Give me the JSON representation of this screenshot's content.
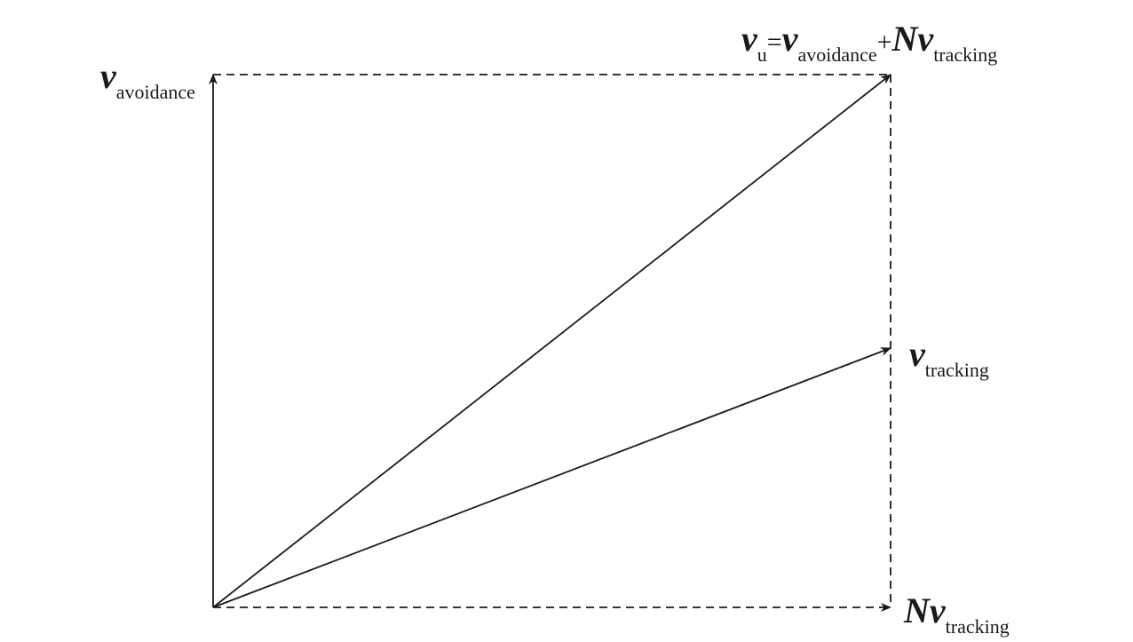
{
  "diagram": {
    "labels": {
      "avoidance": {
        "symbol": "v",
        "subscript": "avoidance"
      },
      "resultant": {
        "symbol": "v",
        "subscript": "u",
        "equals": "=",
        "term1_symbol": "v",
        "term1_subscript": "avoidance",
        "plus": "+",
        "term2_symbol": "Nv",
        "term2_subscript": "tracking"
      },
      "tracking": {
        "symbol": "v",
        "subscript": "tracking"
      },
      "scaled_tracking": {
        "symbol": "Nv",
        "subscript": "tracking"
      }
    },
    "colors": {
      "stroke": "#1a1a1a",
      "background": "#ffffff"
    }
  }
}
